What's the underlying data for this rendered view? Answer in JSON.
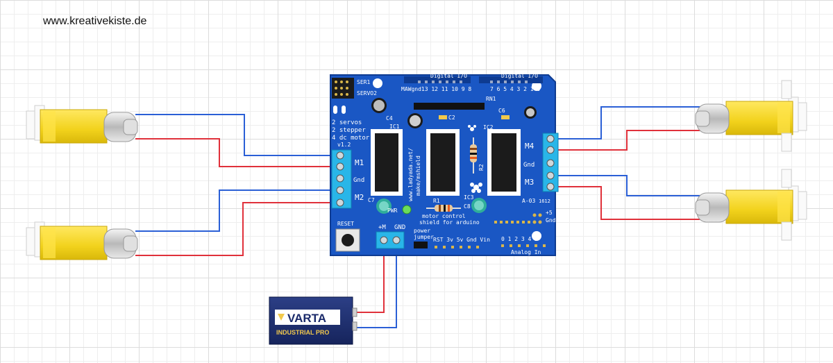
{
  "header": {
    "website": "www.kreativekiste.de"
  },
  "shield": {
    "top_label_digital": "Digital I/O",
    "top_label_digital2": "Digital I/O",
    "ser1": "SER1",
    "servo2": "SERVO2",
    "pin_row_left": "MAWgnd13 12 11 10 9 8",
    "pin_row_right": "7 6 5 4 3 2 1 0",
    "features_1": "2 servos",
    "features_2": "2 stepper",
    "features_3": "4 dc motor",
    "version": "v1.2",
    "m1": "M1",
    "m2": "M2",
    "m3": "M3",
    "m4": "M4",
    "gnd_left": "Gnd",
    "gnd_right": "Gnd",
    "ic1": "IC1",
    "ic2": "IC2",
    "ic3": "IC3",
    "c4": "C4",
    "c2": "C2",
    "c6": "C6",
    "c7": "C7",
    "c8": "C8",
    "r1": "R1",
    "r2": "R2",
    "rn1": "RN1",
    "pwr": "PWR",
    "reset": "RESET",
    "ext_pwr": "+M",
    "ext_gnd": "GND",
    "power_jumper_1": "power",
    "power_jumper_2": "jumper",
    "url_vertical_1": "www.ladyada.net/",
    "url_vertical_2": "make/mshield",
    "motor_control_1": "motor control",
    "motor_control_2": "shield for arduino",
    "bottom_pins": "RST 3v 5v Gnd Vin",
    "analog_nums": "0 1 2 3 4 5",
    "analog_in": "Analog In",
    "plus5": "+5",
    "gnd_bottom": "Gnd",
    "board_code": "A-03",
    "board_year": "1612"
  },
  "battery": {
    "brand": "VARTA",
    "line": "INDUSTRIAL PRO"
  },
  "colors": {
    "board": "#1a57c4",
    "wire_red": "#e0303a",
    "wire_blue": "#2a5fd6",
    "motor_yellow": "#f2d21c",
    "terminal": "#29b6e8"
  }
}
